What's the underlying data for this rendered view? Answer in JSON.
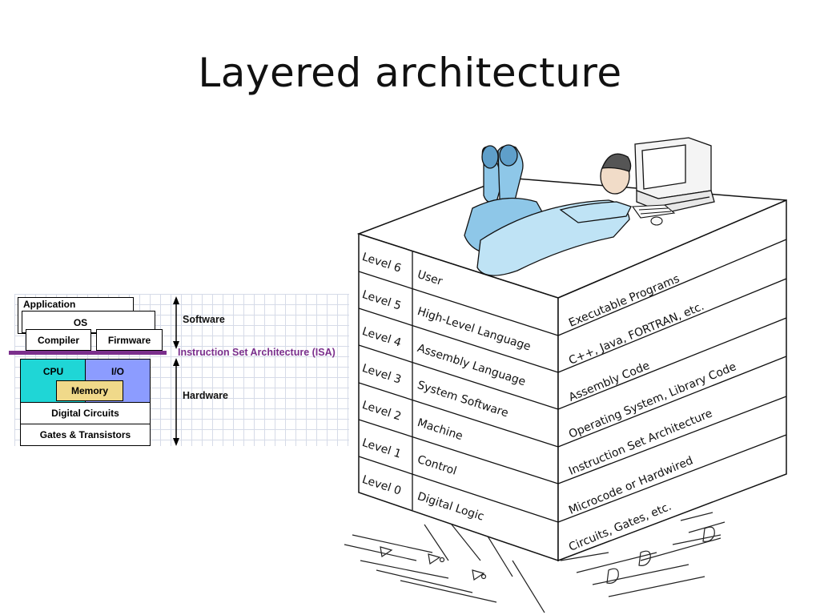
{
  "title": "Layered architecture",
  "stack": {
    "application": "Application",
    "os": "OS",
    "compiler": "Compiler",
    "firmware": "Firmware",
    "cpu": "CPU",
    "io": "I/O",
    "memory": "Memory",
    "digital_circuits": "Digital Circuits",
    "gates": "Gates & Transistors",
    "software": "Software",
    "isa": "Instruction Set Architecture (ISA)",
    "hardware": "Hardware"
  },
  "levels": [
    {
      "level": "Level 6",
      "name": "User",
      "desc": "Executable Programs"
    },
    {
      "level": "Level 5",
      "name": "High-Level Language",
      "desc": "C++, Java, FORTRAN, etc."
    },
    {
      "level": "Level 4",
      "name": "Assembly Language",
      "desc": "Assembly Code"
    },
    {
      "level": "Level 3",
      "name": "System Software",
      "desc": "Operating System, Library Code"
    },
    {
      "level": "Level 2",
      "name": "Machine",
      "desc": "Instruction Set Architecture"
    },
    {
      "level": "Level 1",
      "name": "Control",
      "desc": "Microcode or Hardwired"
    },
    {
      "level": "Level 0",
      "name": "Digital Logic",
      "desc": "Circuits, Gates, etc."
    }
  ],
  "colors": {
    "cpu": "#1fd6d6",
    "io": "#8c9cff",
    "memory": "#f0d98a",
    "isa": "#7b2f8c",
    "shirt": "#bfe3f5",
    "jeans": "#8ec7e8"
  },
  "icons": [
    "person-lying-icon",
    "computer-monitor-icon",
    "keyboard-icon",
    "mouse-icon",
    "circuit-schematic-icon"
  ]
}
